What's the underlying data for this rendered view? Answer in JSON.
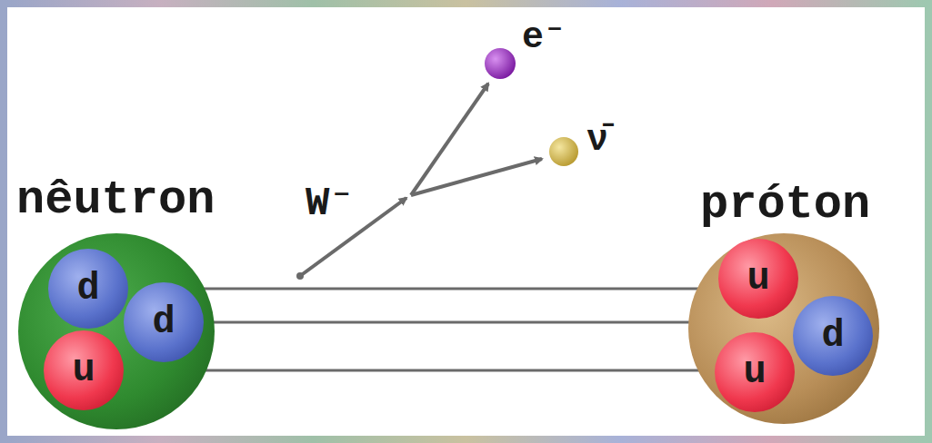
{
  "diagram": {
    "nodes": [
      {
        "text": [
          "nêutron"
        ]
      },
      {
        "text": [
          "d"
        ],
        "in": 0
      },
      {
        "text": [
          "d"
        ],
        "in": 0
      },
      {
        "text": [
          "u"
        ],
        "in": 0
      },
      {
        "text": [
          "próton"
        ]
      },
      {
        "text": [
          "u"
        ],
        "in": 4
      },
      {
        "text": [
          "d"
        ],
        "in": 4
      },
      {
        "text": [
          "u"
        ],
        "in": 4
      }
    ],
    "edges": [
      {
        "from": 1,
        "to": 5,
        "arrow": "none"
      },
      {
        "from": 2,
        "to": 6,
        "arrow": "none"
      },
      {
        "from": 3,
        "to": 7,
        "arrow": "none"
      }
    ],
    "labels": [
      "W⁻",
      "e⁻",
      "ν̄"
    ]
  }
}
